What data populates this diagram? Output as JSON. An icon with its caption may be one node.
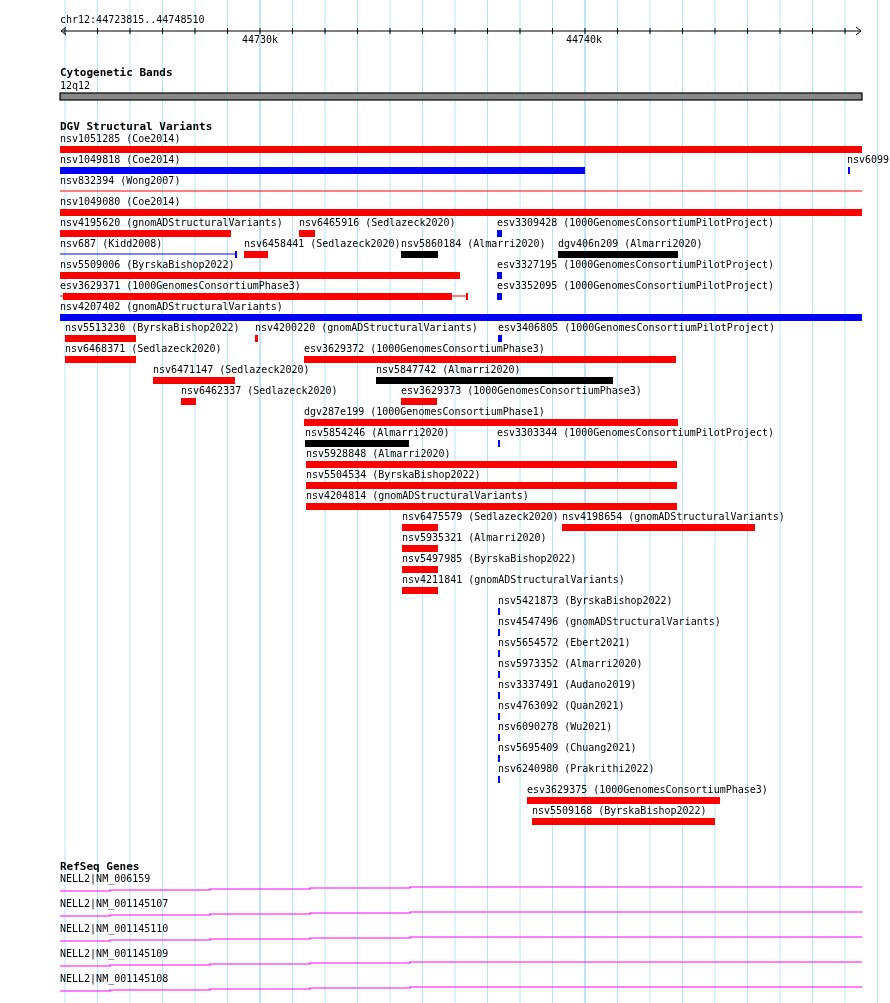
{
  "diagram": {
    "labels": [
      "chr12:44723815..44748510",
      "44730k",
      "44740k",
      "Cytogenetic Bands",
      "12q12",
      "DGV Structural Variants",
      "nsv1051285 (Coe2014)",
      "nsv1049818 (Coe2014)",
      "nsv6099",
      "nsv832394 (Wong2007)",
      "nsv1049080 (Coe2014)",
      "nsv4195620 (gnomADStructuralVariants)",
      "nsv6465916 (Sedlazeck2020)",
      "esv3309428 (1000GenomesConsortiumPilotProject)",
      "nsv687 (Kidd2008)",
      "nsv6458441 (Sedlazeck2020)",
      "nsv5860184 (Almarri2020)",
      "dgv406n209 (Almarri2020)",
      "nsv5509006 (ByrskaBishop2022)",
      "esv3327195 (1000GenomesConsortiumPilotProject)",
      "esv3629371 (1000GenomesConsortiumPhase3)",
      "esv3352095 (1000GenomesConsortiumPilotProject)",
      "nsv4207402 (gnomADStructuralVariants)",
      "nsv5513230 (ByrskaBishop2022)",
      "nsv4200220 (gnomADStructuralVariants)",
      "esv3406805 (1000GenomesConsortiumPilotProject)",
      "nsv6468371 (Sedlazeck2020)",
      "esv3629372 (1000GenomesConsortiumPhase3)",
      "nsv6471147 (Sedlazeck2020)",
      "nsv5847742 (Almarri2020)",
      "nsv6462337 (Sedlazeck2020)",
      "esv3629373 (1000GenomesConsortiumPhase3)",
      "dgv287e199 (1000GenomesConsortiumPhase1)",
      "nsv5854246 (Almarri2020)",
      "esv3303344 (1000GenomesConsortiumPilotProject)",
      "nsv5928848 (Almarri2020)",
      "nsv5504534 (ByrskaBishop2022)",
      "nsv4204814 (gnomADStructuralVariants)",
      "nsv6475579 (Sedlazeck2020)",
      "nsv4198654 (gnomADStructuralVariants)",
      "nsv5935321 (Almarri2020)",
      "nsv5497985 (ByrskaBishop2022)",
      "nsv4211841 (gnomADStructuralVariants)",
      "nsv5421873 (ByrskaBishop2022)",
      "nsv4547496 (gnomADStructuralVariants)",
      "nsv5654572 (Ebert2021)",
      "nsv5973352 (Almarri2020)",
      "nsv3337491 (Audano2019)",
      "nsv4763092 (Quan2021)",
      "nsv6090278 (Wu2021)",
      "nsv5695409 (Chuang2021)",
      "nsv6240980 (Prakrithi2022)",
      "esv3629375 (1000GenomesConsortiumPhase3)",
      "nsv5509168 (ByrskaBishop2022)",
      "RefSeq Genes",
      "NELL2|NM_006159",
      "NELL2|NM_001145107",
      "NELL2|NM_001145110",
      "NELL2|NM_001145109",
      "NELL2|NM_001145108"
    ]
  }
}
